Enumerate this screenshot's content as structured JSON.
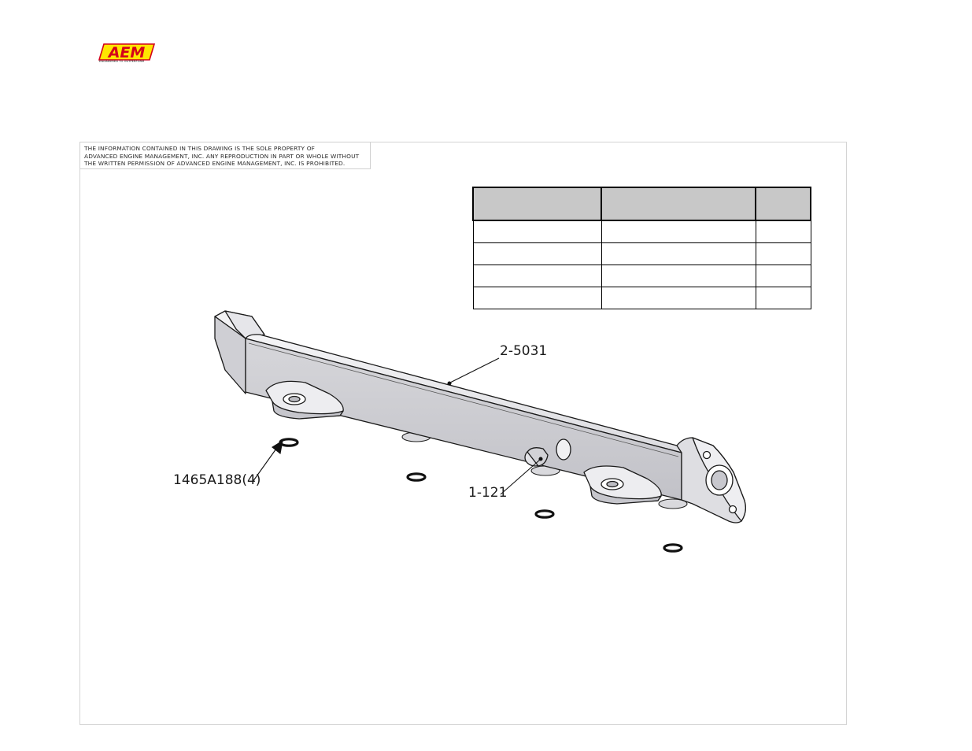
{
  "logo": {
    "brand": "AEM",
    "tagline": "ENGINEERED TO OUTPERFORM",
    "fill_color": "#FFE600",
    "outline_color": "#D4001A"
  },
  "notice": {
    "lines": [
      "THE INFORMATION CONTAINED IN THIS DRAWING IS THE SOLE PROPERTY OF",
      "ADVANCED ENGINE MANAGEMENT, INC. ANY REPRODUCTION IN PART OR WHOLE WITHOUT",
      "THE WRITTEN PERMISSION OF ADVANCED ENGINE MANAGEMENT, INC. IS PROHIBITED."
    ]
  },
  "bom_table": {
    "headers": [
      "",
      "",
      ""
    ],
    "rows": [
      [
        "",
        "",
        ""
      ],
      [
        "",
        "",
        ""
      ],
      [
        "",
        "",
        ""
      ],
      [
        "",
        "",
        ""
      ]
    ],
    "header_color": "#C8C8C8"
  },
  "callouts": {
    "rail": "2-5031",
    "fitting": "1-121",
    "oring": "1465A188(4)"
  }
}
